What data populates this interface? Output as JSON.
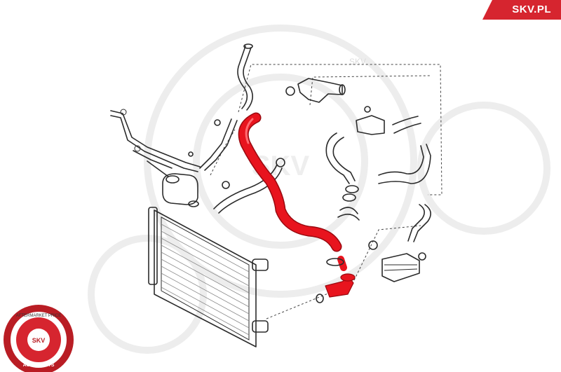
{
  "brand": {
    "name": "SKV.PL",
    "color": "#d6252f"
  },
  "watermark": {
    "text": "SKV"
  },
  "seal": {
    "top_text": "AFTERMARKET PRICE",
    "center_text": "SKV",
    "bottom_text": "AUTO PARTS"
  },
  "highlight": {
    "part": "radiator hose",
    "color": "#e8141e"
  }
}
